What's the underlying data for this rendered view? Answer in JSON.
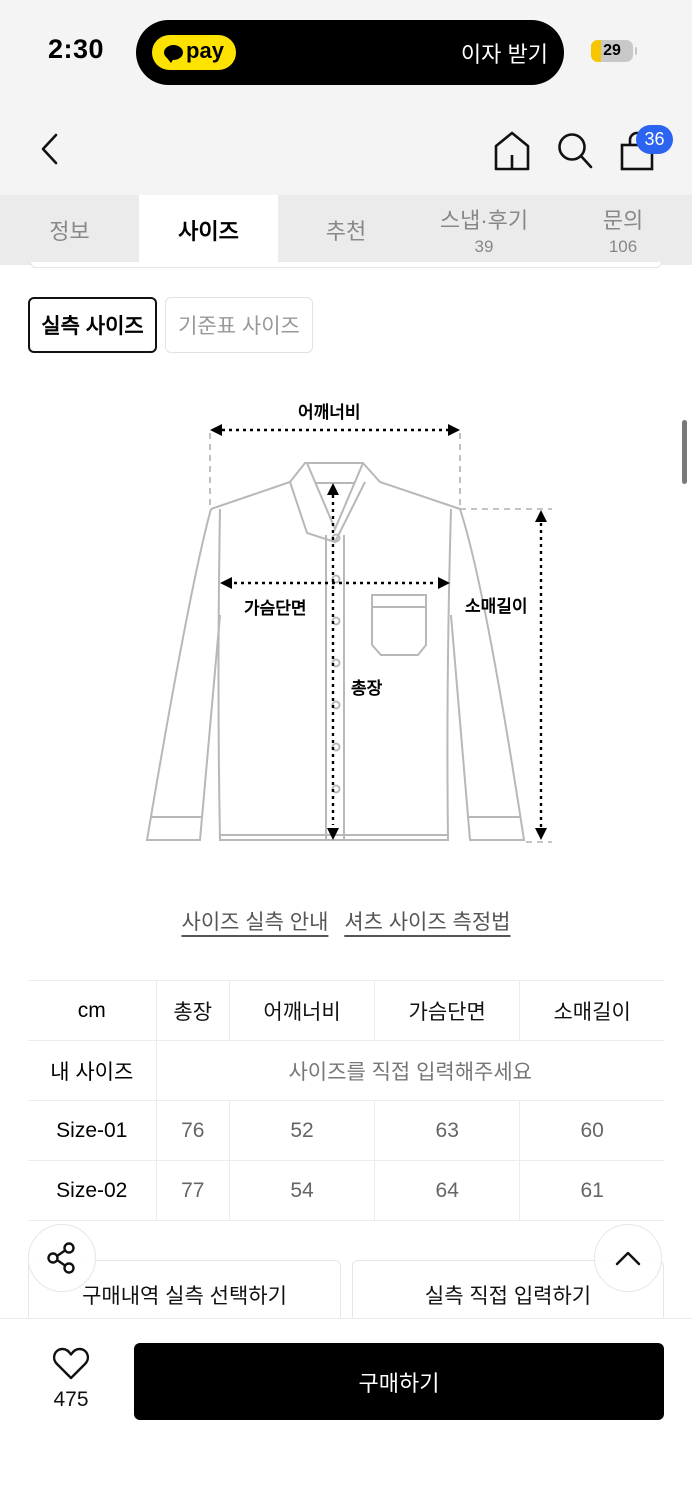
{
  "status_bar": {
    "time": "2:30",
    "island": {
      "badge": "pay",
      "label": "이자 받기",
      "badge_color": "#ffe300"
    },
    "battery_level": "29",
    "battery_color": "#f7c600"
  },
  "header": {
    "back_icon": "chevron-left-icon",
    "icons": [
      "home-icon",
      "search-icon",
      "shopping-bag-icon"
    ],
    "cart_badge": "36",
    "cart_badge_color": "#2b64f0"
  },
  "tabs": [
    {
      "label": "정보",
      "count": null,
      "active": false
    },
    {
      "label": "사이즈",
      "count": null,
      "active": true
    },
    {
      "label": "추천",
      "count": null,
      "active": false
    },
    {
      "label": "스냅·후기",
      "count": "39",
      "active": false
    },
    {
      "label": "문의",
      "count": "106",
      "active": false
    }
  ],
  "size_toggle": {
    "active": "실측 사이즈",
    "inactive": "기준표 사이즈"
  },
  "diagram": {
    "labels": {
      "shoulder": "어깨너비",
      "chest": "가슴단면",
      "length": "총장",
      "sleeve": "소매길이"
    }
  },
  "guide_links": [
    "사이즈 실측 안내",
    "셔츠 사이즈 측정법"
  ],
  "size_table": {
    "unit": "cm",
    "columns": [
      "총장",
      "어깨너비",
      "가슴단면",
      "소매길이"
    ],
    "my_size": {
      "label": "내 사이즈",
      "placeholder": "사이즈를 직접 입력해주세요"
    },
    "rows": [
      {
        "name": "Size-01",
        "values": [
          "76",
          "52",
          "63",
          "60"
        ]
      },
      {
        "name": "Size-02",
        "values": [
          "77",
          "54",
          "64",
          "61"
        ]
      }
    ]
  },
  "actions": {
    "select_from_purchases": "구매내역 실측 선택하기",
    "enter_manually": "실측 직접 입력하기"
  },
  "floating": {
    "share_icon": "share-icon",
    "scroll_top_icon": "chevron-up-icon"
  },
  "bottom_bar": {
    "like_count": "475",
    "buy_label": "구매하기"
  }
}
